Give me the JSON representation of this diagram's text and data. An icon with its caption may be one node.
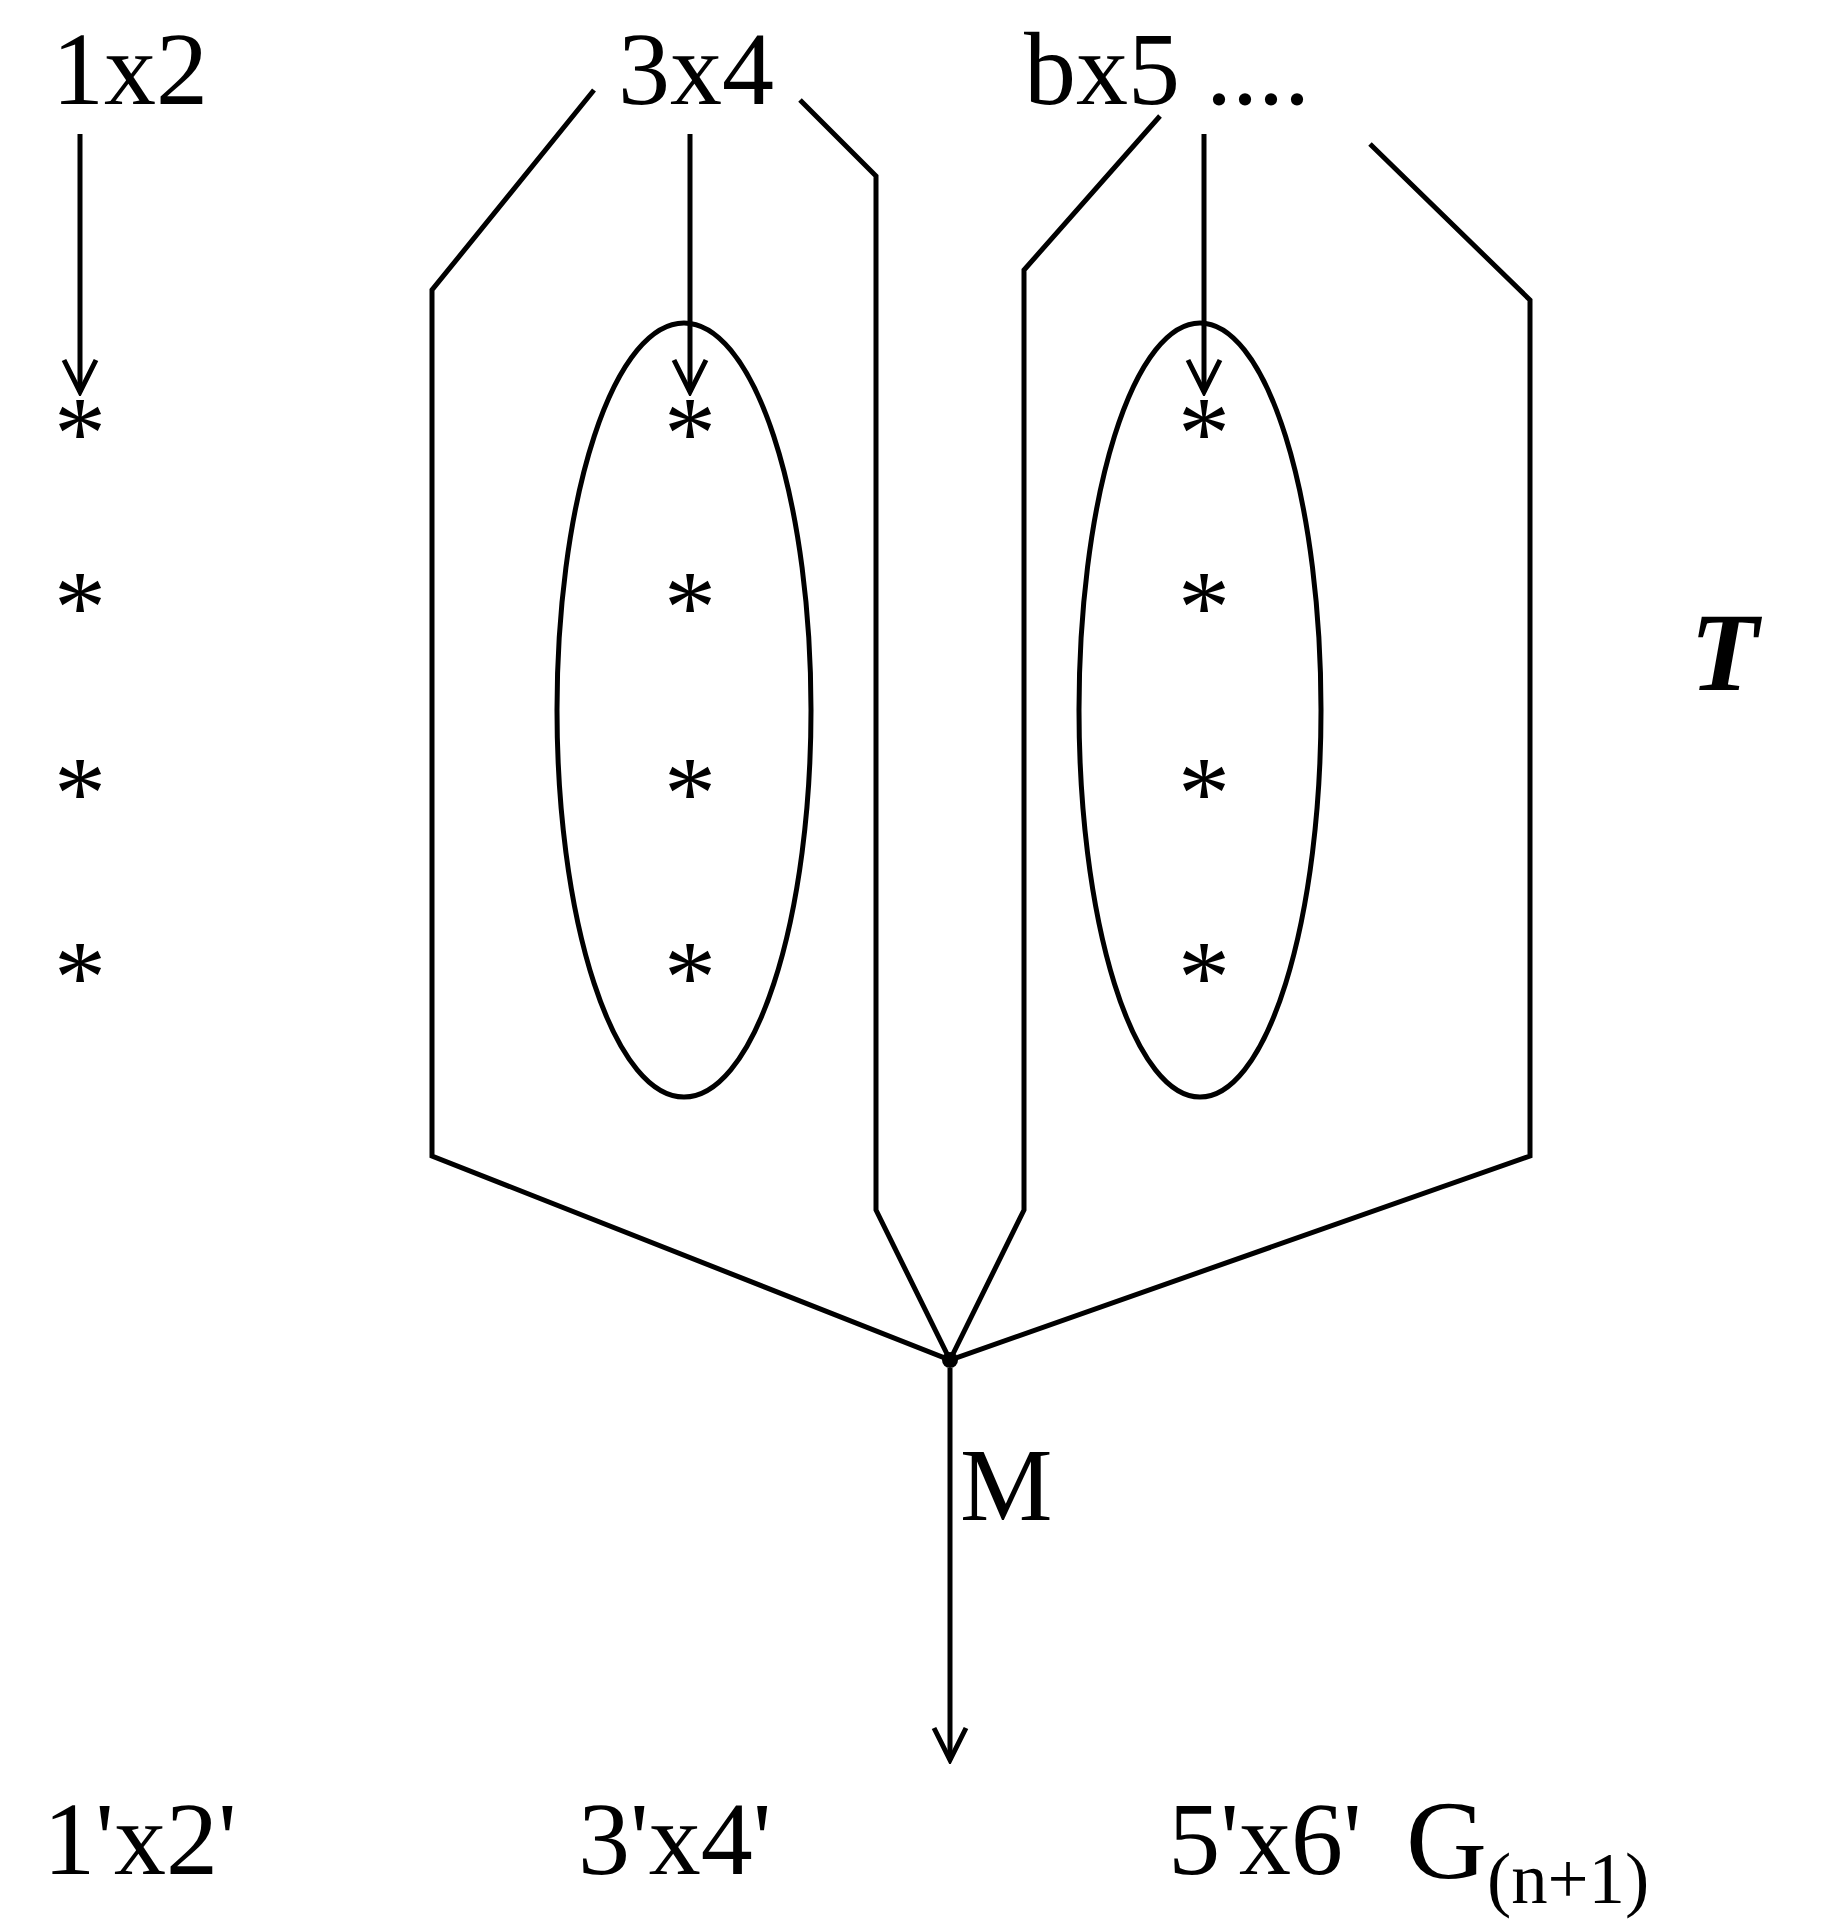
{
  "diagram": {
    "nodes": [
      {
        "text": [
          "1x2"
        ]
      },
      {
        "text": [
          "3x4"
        ]
      },
      {
        "text": [
          "bx5 ...."
        ]
      },
      {
        "text": [
          "*"
        ]
      },
      {
        "text": [
          "*"
        ]
      },
      {
        "text": [
          "*"
        ]
      },
      {
        "text": [
          "*"
        ]
      },
      {
        "text": [],
        "shape": "box"
      },
      {
        "text": [],
        "shape": "ellipse",
        "in": 7
      },
      {
        "text": [
          "*"
        ],
        "in": 8
      },
      {
        "text": [
          "*"
        ],
        "in": 8
      },
      {
        "text": [
          "*"
        ],
        "in": 8
      },
      {
        "text": [
          "*"
        ],
        "in": 8
      },
      {
        "text": [],
        "shape": "box"
      },
      {
        "text": [],
        "shape": "ellipse",
        "in": 13
      },
      {
        "text": [
          "*"
        ],
        "in": 14
      },
      {
        "text": [
          "*"
        ],
        "in": 14
      },
      {
        "text": [
          "*"
        ],
        "in": 14
      },
      {
        "text": [
          "*"
        ],
        "in": 14
      },
      {
        "text": [],
        "shape": "dot"
      },
      {
        "text": [
          "1'x2'"
        ]
      },
      {
        "text": [
          "3'x4'"
        ]
      },
      {
        "text": [
          "5'x6'"
        ]
      }
    ],
    "edges": [
      {
        "from": 0,
        "to": 3,
        "arrow": "to"
      },
      {
        "from": 1,
        "to": 9,
        "arrow": "to"
      },
      {
        "from": 2,
        "to": 15,
        "arrow": "to"
      },
      {
        "from": 19,
        "to": null,
        "arrow": "to",
        "label": "M"
      }
    ],
    "labels": [
      "T",
      "G$_{(n+1)}$"
    ]
  }
}
